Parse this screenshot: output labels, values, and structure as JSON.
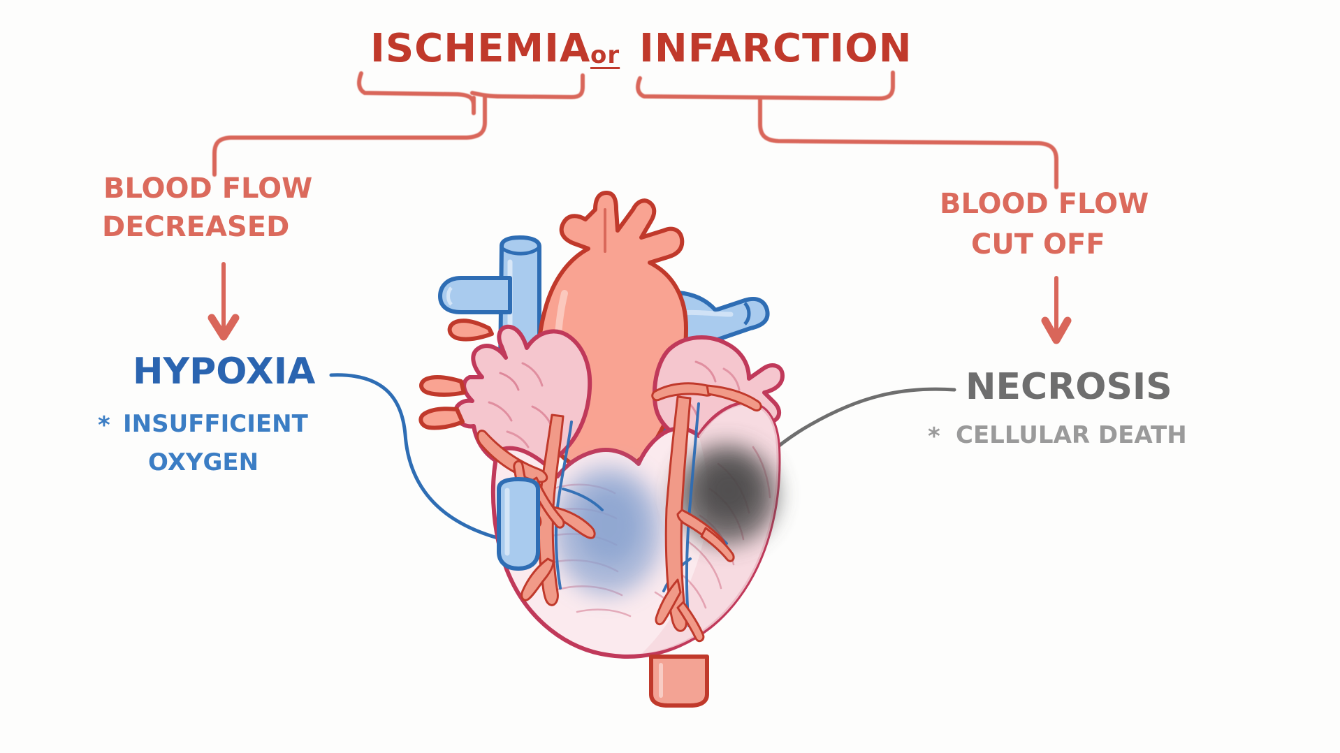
{
  "diagram": {
    "title_parts": {
      "left": "ISCHEMIA",
      "conjunction": "or",
      "right": "INFARCTION"
    },
    "branches": [
      {
        "id": "ischemia",
        "cause_line1": "BLOOD FLOW",
        "cause_line2": "DECREASED",
        "outcome": "HYPOXIA",
        "detail_bullet": "*",
        "detail_line1": "INSUFFICIENT",
        "detail_line2": "OXYGEN",
        "outcome_color": "#2A64B0",
        "detail_color": "#3B7DC4",
        "cause_color": "#DB6A5C"
      },
      {
        "id": "infarction",
        "cause_line1": "BLOOD FLOW",
        "cause_line2": "CUT OFF",
        "outcome": "NECROSIS",
        "detail_bullet": "*",
        "detail_line1": "CELLULAR DEATH",
        "outcome_color": "#6E6E6E",
        "detail_color": "#9A9A9A",
        "cause_color": "#DB6A5C"
      }
    ],
    "colors": {
      "title_red": "#C0392B",
      "bracket_red": "#D9665A",
      "arrow_red": "#D9665A",
      "leader_blue": "#2E6DB4",
      "leader_gray": "#6E6E6E",
      "background": "#FDFDFC"
    },
    "illustration": {
      "name": "human-heart-anterior-view",
      "regions": [
        {
          "name": "aorta",
          "fill": "#F9A392",
          "stroke": "#C0392B"
        },
        {
          "name": "pulmonary-trunk",
          "fill": "#F9A392",
          "stroke": "#C0392B"
        },
        {
          "name": "superior-vena-cava",
          "fill": "#A9CBEE",
          "stroke": "#2E6DB4"
        },
        {
          "name": "pulmonary-veins",
          "fill": "#A9CBEE",
          "stroke": "#2E6DB4"
        },
        {
          "name": "right-atrium",
          "fill": "#F5C6CE",
          "stroke": "#C0395A"
        },
        {
          "name": "left-atrium",
          "fill": "#F5C6CE",
          "stroke": "#C0395A"
        },
        {
          "name": "right-ventricle",
          "fill": "#FCEDEF",
          "stroke": "#C0395A"
        },
        {
          "name": "left-ventricle",
          "fill": "#F8DDE2",
          "stroke": "#C0395A"
        },
        {
          "name": "ischemic-patch",
          "fill": "#8FA9D4",
          "note": "bluish hypoxic myocardium"
        },
        {
          "name": "infarct-patch",
          "fill": "#5A5A5A",
          "note": "dark necrotic myocardium"
        },
        {
          "name": "coronary-arteries",
          "fill": "#F19A88",
          "stroke": "#C0392B"
        },
        {
          "name": "cardiac-veins",
          "fill": "#7FA6D8",
          "stroke": "#2E6DB4"
        },
        {
          "name": "descending-aorta-stub",
          "fill": "#F3A394",
          "stroke": "#C0392B"
        }
      ]
    }
  }
}
